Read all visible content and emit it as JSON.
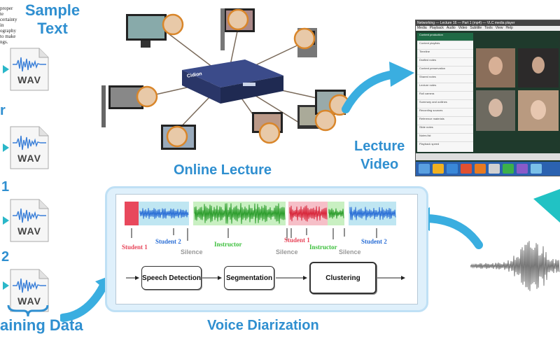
{
  "left_column": {
    "sample_text_title": "Sample\nText",
    "snippet_lines": [
      "proper",
      "te certainty in",
      "ography to make",
      "ngs."
    ],
    "wav_label": "WAV",
    "row_labels": [
      "r",
      "1",
      "2"
    ],
    "training_data_label": "aining Data"
  },
  "center": {
    "online_lecture_label": "Online Lecture",
    "device_brand": "Cidion"
  },
  "right": {
    "lecture_video_label": "Lecture\nVideo",
    "window_title": "Networking — Lecture 16 — Part 1 (mp4) — VLC media player",
    "menu_items": [
      "Media",
      "Playback",
      "Audio",
      "Video",
      "Subtitle",
      "Tools",
      "View",
      "Help"
    ],
    "list_items": [
      "Content production",
      "Content playlists",
      "Timeline",
      "Drafted notes",
      "Content preservation",
      "Shared notes",
      "Lecture notes",
      "Roll camera",
      "Summary and outlines",
      "Recording sources",
      "Reference materials",
      "Slide notes",
      "Notes list",
      "Playback speed"
    ]
  },
  "diarization": {
    "title": "Voice Diarization",
    "segment_labels": {
      "student1_a": "Student 1",
      "student2_a": "Student 2",
      "instructor_a": "Instructor",
      "student1_b": "Student 1",
      "instructor_b": "Instructor",
      "student2_b": "Student 2"
    },
    "silence_labels": [
      "Silence",
      "Silence",
      "Silence"
    ],
    "pipeline": [
      "Speech Detection",
      "Segmentation",
      "Clustering"
    ],
    "colors": {
      "student1": "#e8485c",
      "student2": "#2b6fd6",
      "instructor": "#3cbf3c",
      "silence_bg": "#bfe6f2"
    }
  }
}
